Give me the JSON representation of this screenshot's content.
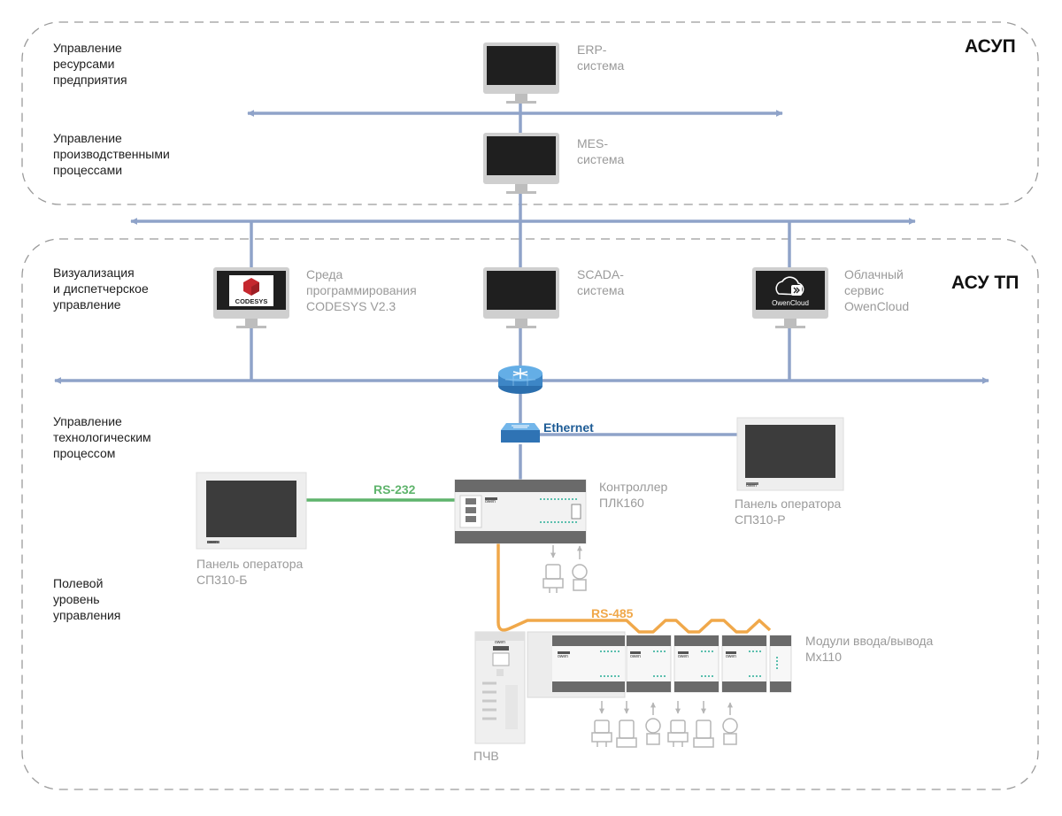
{
  "zones": {
    "asup": "АСУП",
    "asutp": "АСУ ТП"
  },
  "levels": {
    "resources": "Управление\nресурсами\nпредприятия",
    "production": "Управление\nпроизводственными\nпроцессами",
    "visualization": "Визуализация\nи диспетчерское\nуправление",
    "process": "Управление\nтехнологическим\nпроцессом",
    "field": "Полевой\nуровень\nуправления"
  },
  "devices": {
    "erp": "ERP-\nсистема",
    "mes": "MES-\nсистема",
    "codesys": "Среда\nпрограммирования\nCODESYS V2.3",
    "scada": "SCADA-\nсистема",
    "owencloud": "Облачный\nсервис\nOwenCloud",
    "plc": "Контроллер\nПЛК160",
    "panel_r": "Панель оператора\nСП310-Р",
    "panel_b": "Панель оператора\nСП310-Б",
    "modules": "Модули ввода/вывода\nМх110",
    "vfd": "ПЧВ"
  },
  "screen_logos": {
    "codesys": "CODESYS",
    "owencloud": "OwenCloud"
  },
  "buses": {
    "ethernet": "Ethernet",
    "rs232": "RS-232",
    "rs485": "RS-485"
  },
  "device_brand": "owen",
  "colors": {
    "network": "#8fa3c9",
    "ethernet_text": "#1e5c96",
    "rs232": "#5fb46c",
    "rs485": "#f0a84a",
    "border": "#9a9a9a",
    "device_gray": "#bdbdbd"
  }
}
